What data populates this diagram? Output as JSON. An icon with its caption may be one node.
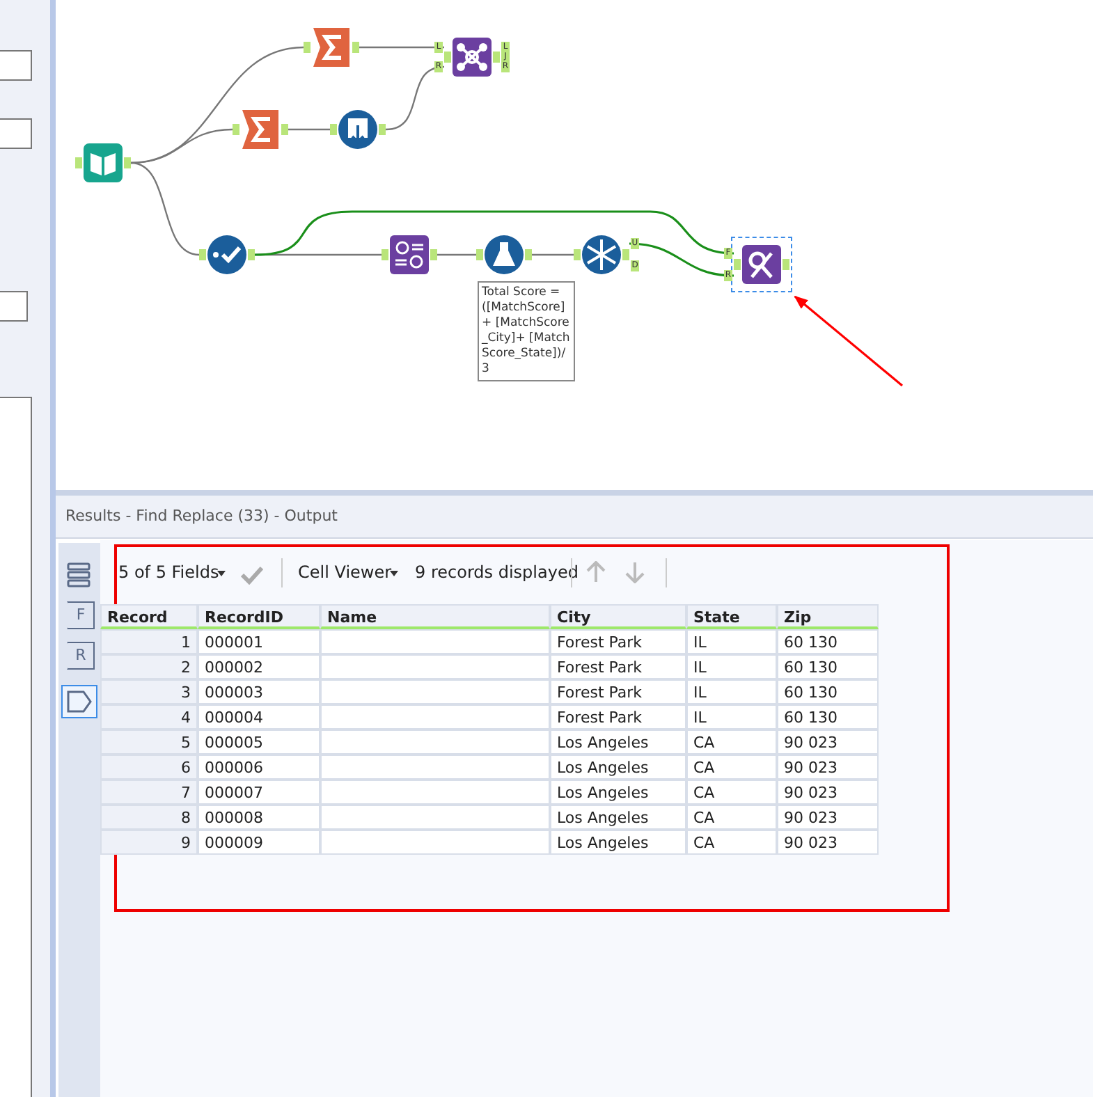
{
  "diagram": {
    "nodes": [
      {
        "text": [],
        "shape": "picture"
      },
      {
        "text": [],
        "shape": "picture"
      },
      {
        "text": [],
        "shape": "picture"
      },
      {
        "text": [],
        "shape": "picture"
      },
      {
        "text": [],
        "shape": "picture"
      },
      {
        "text": [],
        "shape": "picture"
      },
      {
        "text": [],
        "shape": "picture"
      },
      {
        "text": [],
        "shape": "picture"
      },
      {
        "text": [],
        "shape": "picture"
      },
      {
        "text": [],
        "shape": "picture"
      },
      {
        "text": [
          "Total Score = ([MatchScore]+ [MatchScore_City]+ [MatchScore_State])/3"
        ]
      }
    ],
    "edges": [
      {
        "from": 0,
        "to": 1,
        "arrow": "none"
      },
      {
        "from": 0,
        "to": 3,
        "arrow": "none"
      },
      {
        "from": 0,
        "to": 5,
        "arrow": "none"
      },
      {
        "from": 1,
        "to": 2,
        "arrow": "none"
      },
      {
        "from": 3,
        "to": 4,
        "arrow": "none"
      },
      {
        "from": 4,
        "to": 2,
        "arrow": "none"
      },
      {
        "from": 5,
        "to": 6,
        "arrow": "none"
      },
      {
        "from": 5,
        "to": 9,
        "arrow": "none",
        "color": "#1a8f1a"
      },
      {
        "from": 6,
        "to": 7,
        "arrow": "none"
      },
      {
        "from": 7,
        "to": 8,
        "arrow": "none"
      },
      {
        "from": 8,
        "to": 9,
        "arrow": "none",
        "color": "#1a8f1a"
      },
      {
        "from": null,
        "to": 9,
        "arrow": "to",
        "color": "#ff0000"
      }
    ],
    "labels": [
      "L",
      "L",
      "J",
      "R",
      "R",
      "U",
      "F",
      "D",
      "R",
      "Results - Find Replace (33) - Output",
      "F",
      "R",
      "5 of 5 Fields",
      "Cell Viewer",
      "9 records displayed",
      "Record",
      "RecordID",
      "Name",
      "City",
      "State",
      "Zip",
      "1",
      "000001",
      "Forest Park",
      "IL",
      "60 130",
      "2",
      "000002",
      "Forest Park",
      "IL",
      "60 130",
      "3",
      "000003",
      "Forest Park",
      "IL",
      "60 130",
      "4",
      "000004",
      "Forest Park",
      "IL",
      "60 130",
      "5",
      "000005",
      "Los Angeles",
      "CA",
      "90 023",
      "6",
      "000006",
      "Los Angeles",
      "CA",
      "90 023",
      "7",
      "000007",
      "Los Angeles",
      "CA",
      "90 023",
      "8",
      "000008",
      "Los Angeles",
      "CA",
      "90 023",
      "9",
      "000009",
      "Los Angeles",
      "CA",
      "90 023"
    ]
  }
}
